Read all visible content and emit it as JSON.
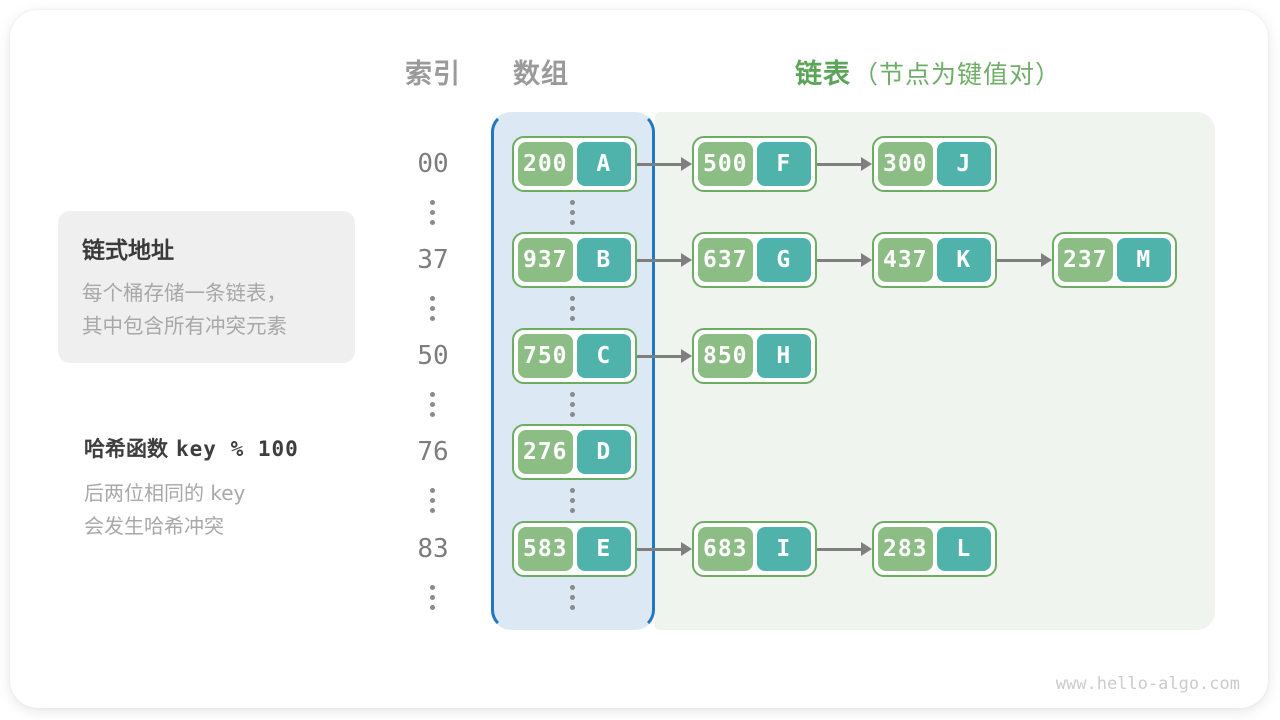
{
  "headers": {
    "index": "索引",
    "array": "数组",
    "list": "链表",
    "list_note": "（节点为键值对）"
  },
  "sidebar": {
    "box_title": "链式地址",
    "box_line1": "每个桶存储一条链表，",
    "box_line2": "其中包含所有冲突元素",
    "hash_label": "哈希函数",
    "hash_code": "key % 100",
    "hash_line1": "后两位相同的 key",
    "hash_line2": "会发生哈希冲突"
  },
  "rows": [
    {
      "index": "00",
      "nodes": [
        {
          "key": "200",
          "value": "A"
        },
        {
          "key": "500",
          "value": "F"
        },
        {
          "key": "300",
          "value": "J"
        }
      ]
    },
    {
      "index": "37",
      "nodes": [
        {
          "key": "937",
          "value": "B"
        },
        {
          "key": "637",
          "value": "G"
        },
        {
          "key": "437",
          "value": "K"
        },
        {
          "key": "237",
          "value": "M"
        }
      ]
    },
    {
      "index": "50",
      "nodes": [
        {
          "key": "750",
          "value": "C"
        },
        {
          "key": "850",
          "value": "H"
        }
      ]
    },
    {
      "index": "76",
      "nodes": [
        {
          "key": "276",
          "value": "D"
        }
      ]
    },
    {
      "index": "83",
      "nodes": [
        {
          "key": "583",
          "value": "E"
        },
        {
          "key": "683",
          "value": "I"
        },
        {
          "key": "283",
          "value": "L"
        }
      ]
    }
  ],
  "watermark": "www.hello-algo.com",
  "colors": {
    "key_fill": "#8cbd84",
    "value_fill": "#4fb3ab",
    "node_border": "#6eac63",
    "array_fill": "#dce9f5",
    "array_border": "#1f78c1",
    "list_fill": "#eff5ee",
    "accent_green": "#5ca45a",
    "text_gray": "#9a9a9a"
  }
}
